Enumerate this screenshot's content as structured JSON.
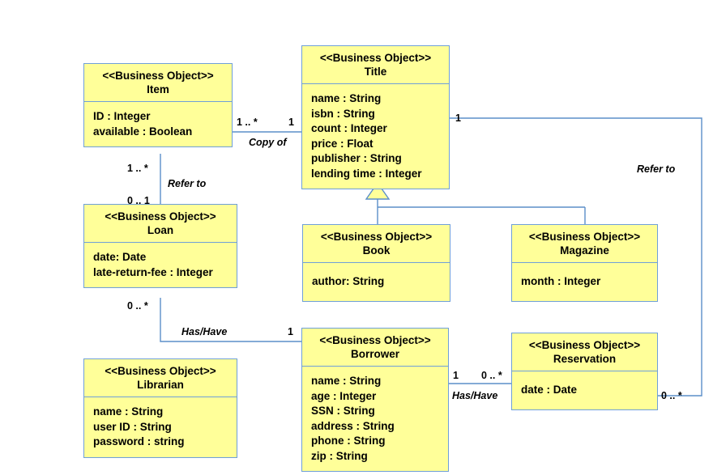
{
  "diagram": {
    "type": "uml-class-diagram",
    "stereotype": "<<Business Object>>",
    "colors": {
      "class_fill": "#FFFF99",
      "class_border": "#6f9fd8",
      "edge": "#5b8fc9",
      "text": "#000000",
      "background": "#ffffff"
    }
  },
  "classes": {
    "item": {
      "stereotype": "<<Business Object>>",
      "name": "Item",
      "attributes": [
        "ID : Integer",
        "available : Boolean"
      ]
    },
    "title": {
      "stereotype": "<<Business Object>>",
      "name": "Title",
      "attributes": [
        "name : String",
        "isbn : String",
        "count : Integer",
        "price : Float",
        "publisher : String",
        "lending time : Integer"
      ]
    },
    "loan": {
      "stereotype": "<<Business Object>>",
      "name": "Loan",
      "attributes": [
        "date: Date",
        "late-return-fee : Integer"
      ]
    },
    "book": {
      "stereotype": "<<Business Object>>",
      "name": "Book",
      "attributes": [
        "author: String"
      ]
    },
    "magazine": {
      "stereotype": "<<Business Object>>",
      "name": "Magazine",
      "attributes": [
        "month : Integer"
      ]
    },
    "librarian": {
      "stereotype": "<<Business Object>>",
      "name": "Librarian",
      "attributes": [
        "name : String",
        "user ID : String",
        "password : string"
      ]
    },
    "borrower": {
      "stereotype": "<<Business Object>>",
      "name": "Borrower",
      "attributes": [
        "name : String",
        "age : Integer",
        "SSN : String",
        "address : String",
        "phone : String",
        "zip : String"
      ]
    },
    "reservation": {
      "stereotype": "<<Business Object>>",
      "name": "Reservation",
      "attributes": [
        "date : Date"
      ]
    }
  },
  "associations": {
    "item_title": {
      "label": "Copy of",
      "source_mult": "1 .. *",
      "target_mult": "1"
    },
    "item_loan": {
      "label": "Refer to",
      "source_mult": "1 .. *",
      "target_mult": "0 .. 1"
    },
    "loan_borrower": {
      "label": "Has/Have",
      "source_mult": "0 .. *",
      "target_mult": "1"
    },
    "borrower_reservation": {
      "label": "Has/Have",
      "source_mult": "1",
      "target_mult": "0 .. *"
    },
    "title_reservation": {
      "label": "Refer to",
      "source_mult": "1",
      "target_mult": "0 .. *"
    }
  },
  "generalizations": [
    {
      "parent": "Title",
      "child": "Book"
    },
    {
      "parent": "Title",
      "child": "Magazine"
    }
  ]
}
